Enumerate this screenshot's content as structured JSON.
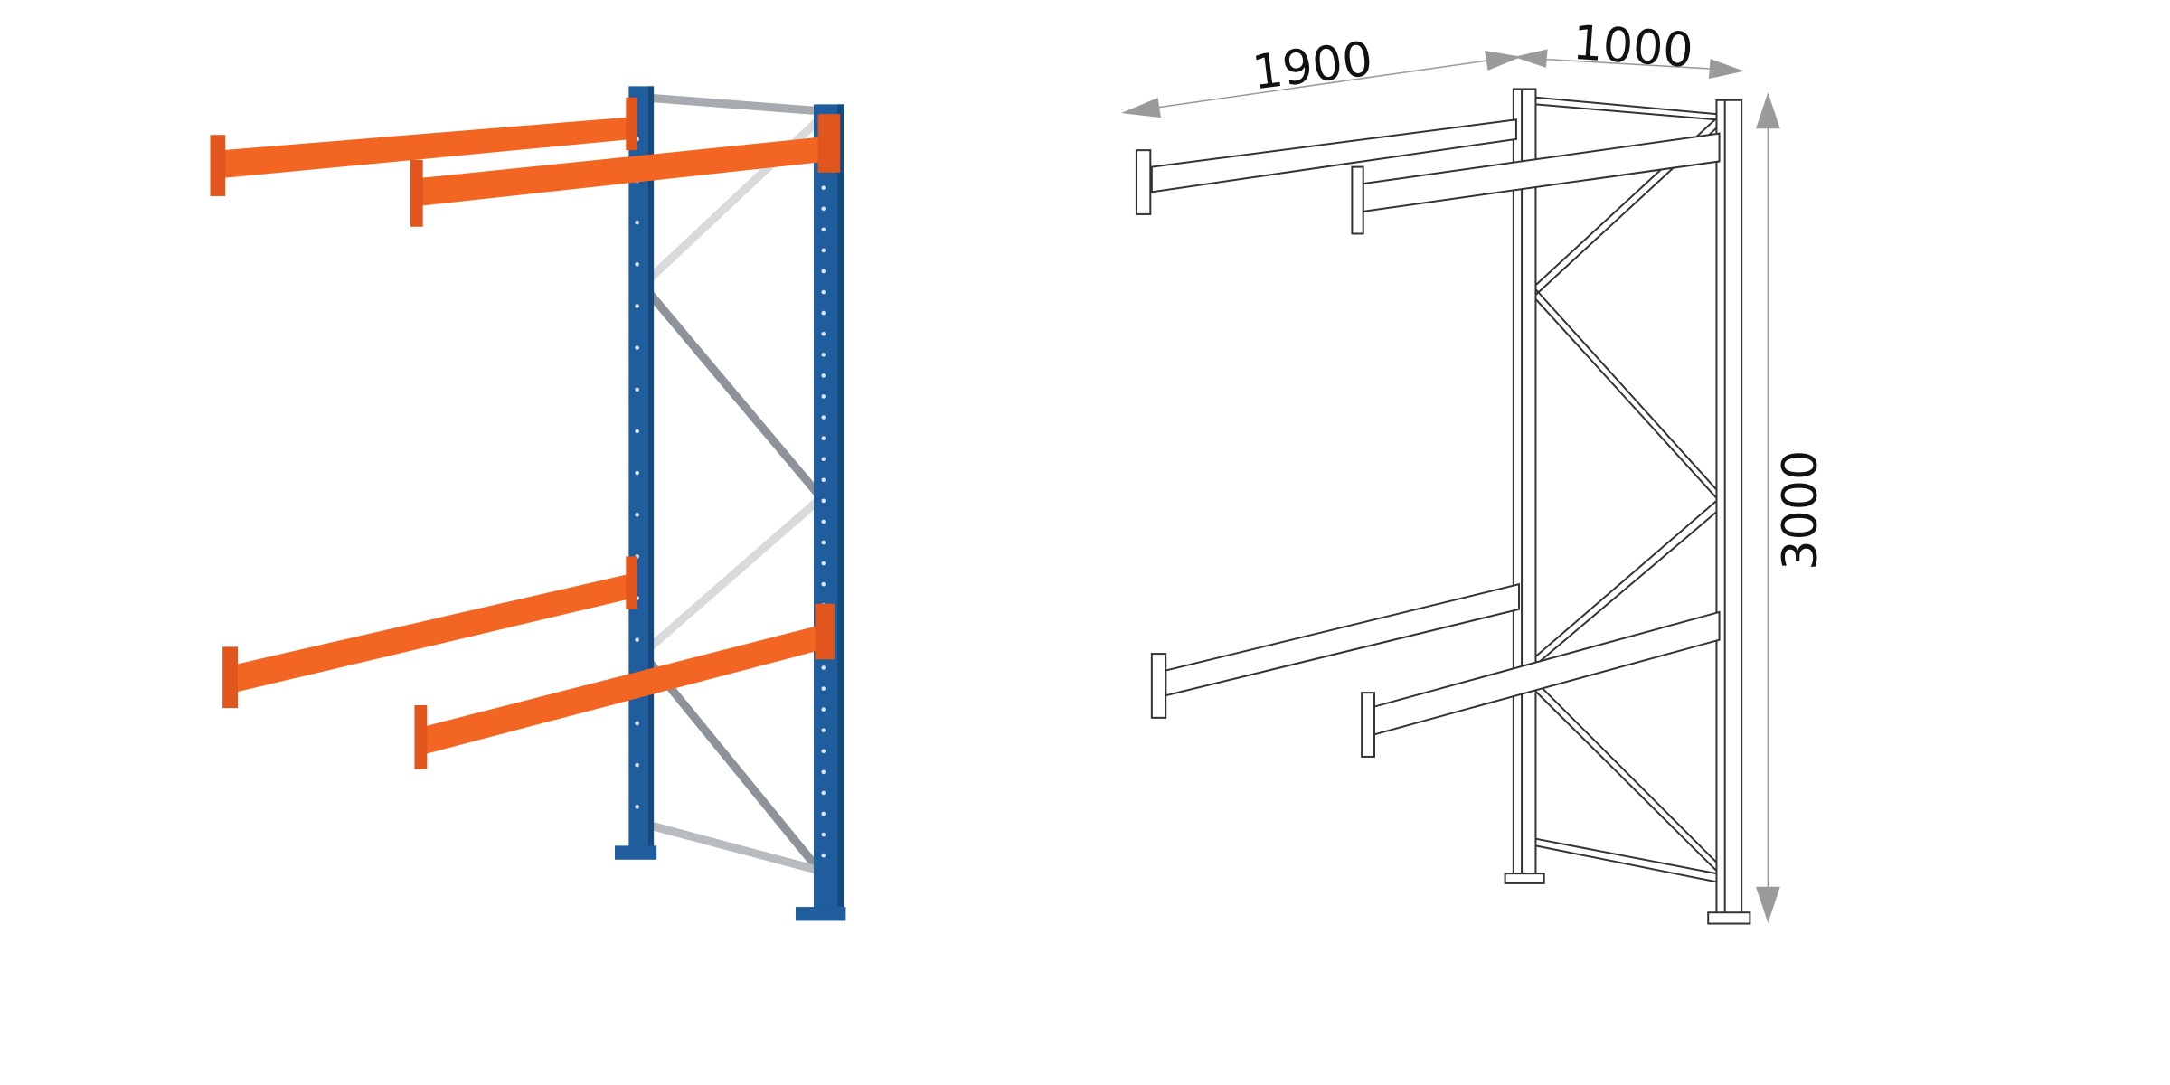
{
  "colors": {
    "upright": "#1f5d9c",
    "upright_dark": "#17497d",
    "beam": "#f26522",
    "beam_dark": "#d4511a",
    "brace": "#9ea3a8",
    "outline": "#333333",
    "dimension_arrow": "#9a9a9a"
  },
  "dimensions": {
    "length": "1900",
    "depth": "1000",
    "height": "3000"
  }
}
